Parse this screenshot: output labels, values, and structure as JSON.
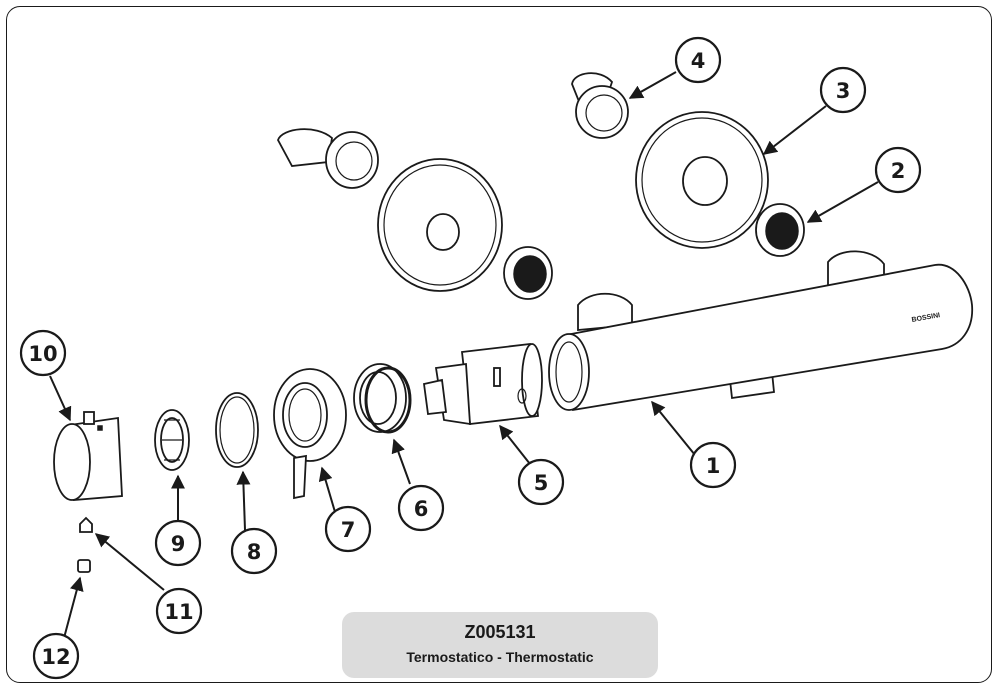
{
  "diagram": {
    "product_code": "Z005131",
    "product_name": "Termostatico - Thermostatic",
    "brand_mark": "BOSSINI",
    "callouts": [
      {
        "id": "c1",
        "label": "1"
      },
      {
        "id": "c2",
        "label": "2"
      },
      {
        "id": "c3",
        "label": "3"
      },
      {
        "id": "c4",
        "label": "4"
      },
      {
        "id": "c5",
        "label": "5"
      },
      {
        "id": "c6",
        "label": "6"
      },
      {
        "id": "c7",
        "label": "7"
      },
      {
        "id": "c8",
        "label": "8"
      },
      {
        "id": "c9",
        "label": "9"
      },
      {
        "id": "c10",
        "label": "10"
      },
      {
        "id": "c11",
        "label": "11"
      },
      {
        "id": "c12",
        "label": "12"
      }
    ]
  }
}
